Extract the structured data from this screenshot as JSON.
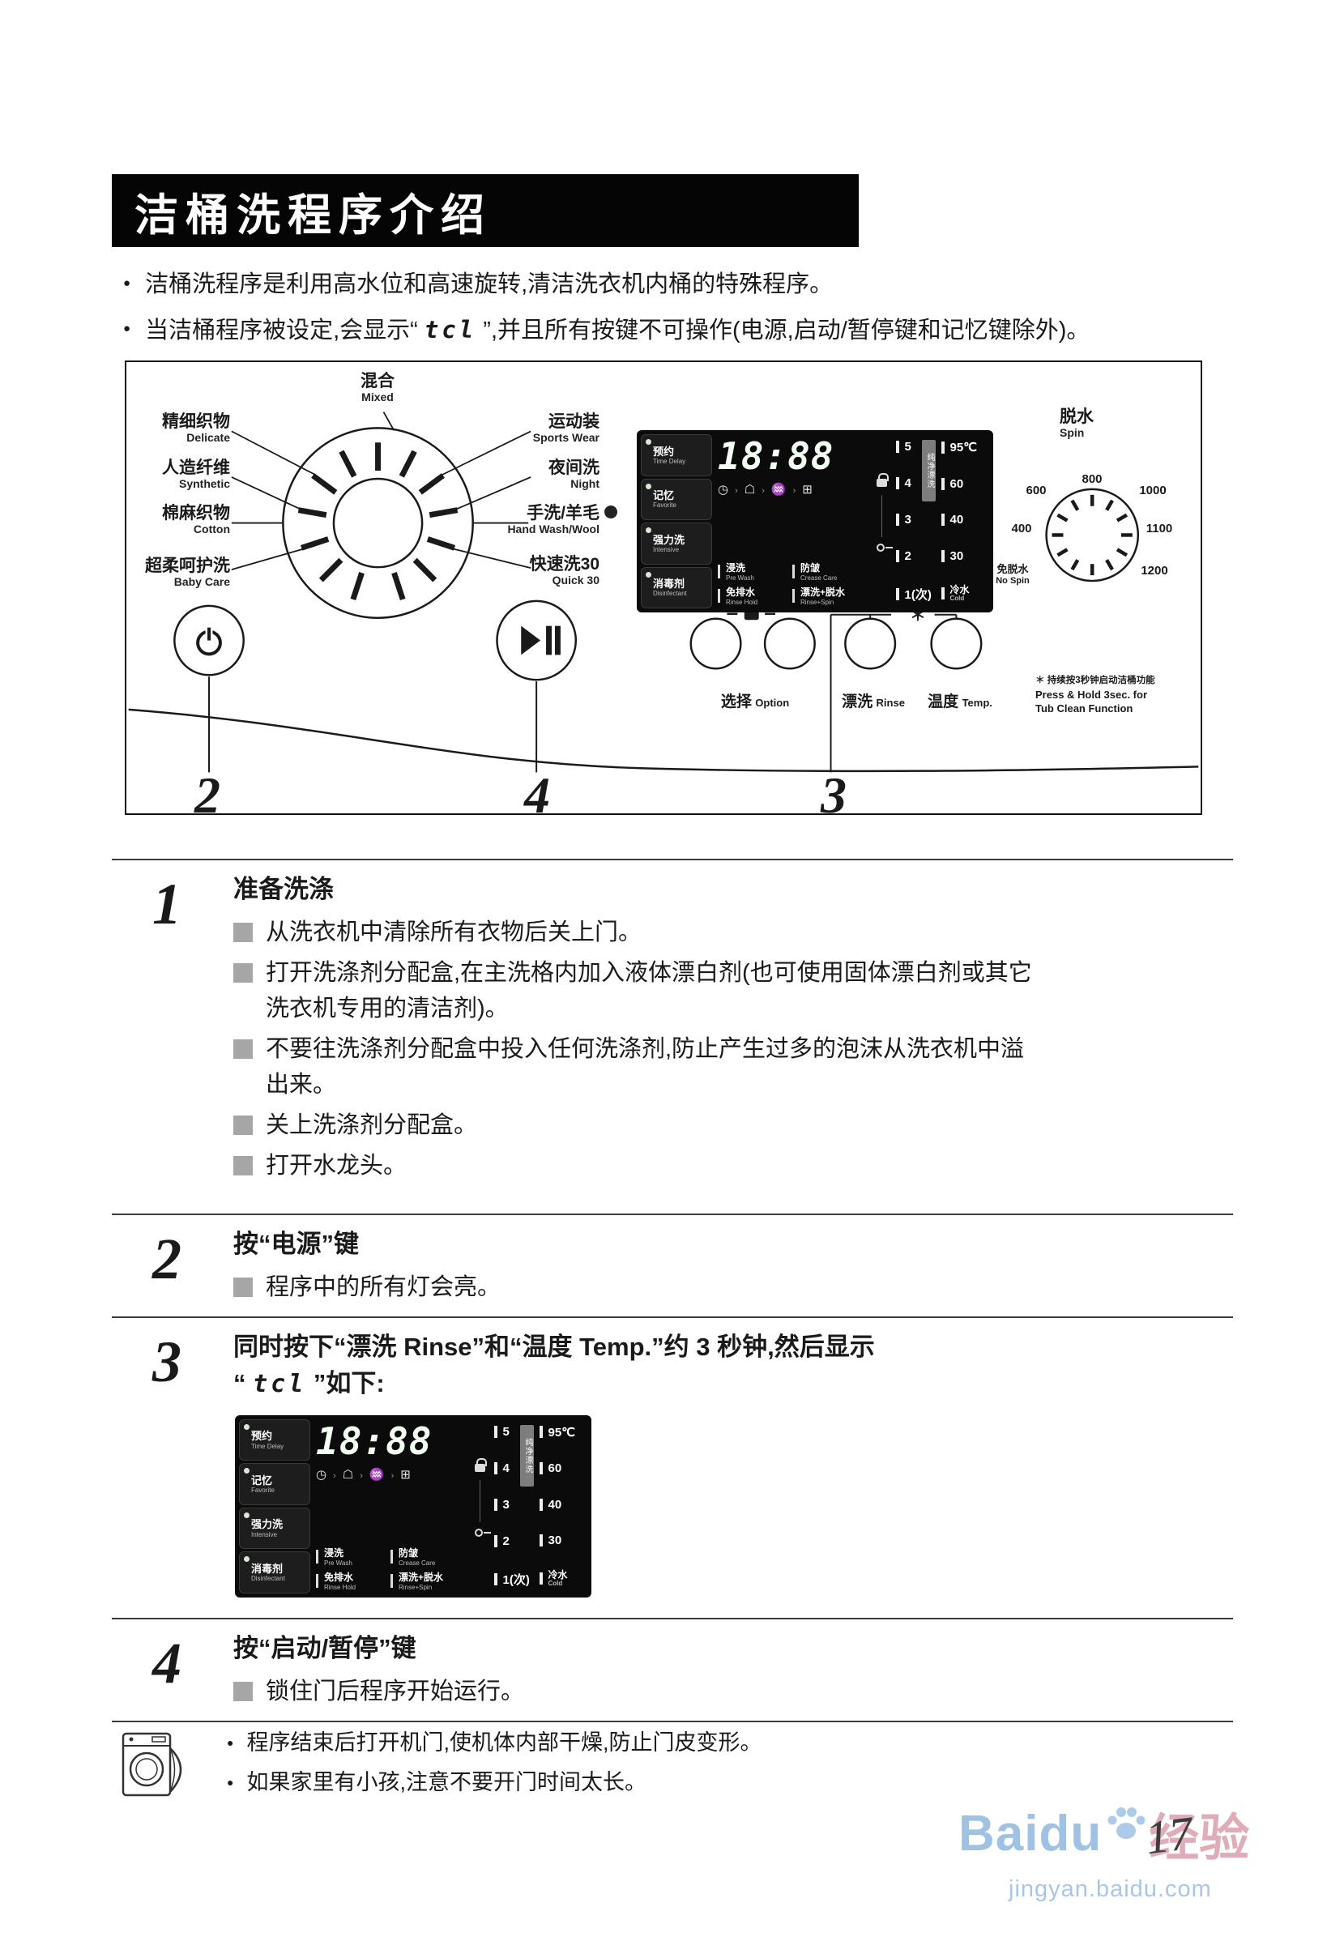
{
  "header": {
    "title": "洁桶洗程序介绍"
  },
  "intro": {
    "b1": "洁桶洗程序是利用高水位和高速旋转,清洁洗衣机内桶的特殊程序。",
    "b2_pre": "当洁桶程序被设定,会显示“ ",
    "b2_code": "tcl",
    "b2_post": " ”,并且所有按键不可操作(电源,启动/暂停键和记忆键除外)。"
  },
  "diagram": {
    "dial": {
      "top": {
        "zh": "混合",
        "en": "Mixed"
      },
      "left": [
        {
          "zh": "精细织物",
          "en": "Delicate"
        },
        {
          "zh": "人造纤维",
          "en": "Synthetic"
        },
        {
          "zh": "棉麻织物",
          "en": "Cotton"
        },
        {
          "zh": "超柔呵护洗",
          "en": "Baby Care"
        }
      ],
      "right": [
        {
          "zh": "运动装",
          "en": "Sports Wear"
        },
        {
          "zh": "夜间洗",
          "en": "Night"
        },
        {
          "zh": "手洗/羊毛",
          "en": "Hand Wash/Wool"
        },
        {
          "zh": "快速洗30",
          "en": "Quick 30"
        }
      ]
    },
    "spin": {
      "zh": "脱水",
      "en": "Spin",
      "speeds": [
        "800",
        "600",
        "400",
        "1000",
        "1100",
        "1200"
      ],
      "no_spin_zh": "免脱水",
      "no_spin_en": "No Spin"
    },
    "buttons": {
      "option_zh": "选择",
      "option_en": "Option",
      "rinse_zh": "漂洗",
      "rinse_en": "Rinse",
      "temp_zh": "温度",
      "temp_en": "Temp."
    },
    "star": "＊",
    "note_line1": "＊ 持续按3秒钟启动洁桶功能",
    "note_line2": "Press & Hold 3sec. for",
    "note_line3": "Tub Clean Function",
    "callout_power": "2",
    "callout_start": "4",
    "callout_rinse_temp": "3"
  },
  "panel": {
    "side_buttons": [
      {
        "zh": "预约",
        "en": "Time Delay"
      },
      {
        "zh": "记忆",
        "en": "Favorite"
      },
      {
        "zh": "强力洗",
        "en": "Intensive"
      },
      {
        "zh": "消毒剂",
        "en": "Disinfectant"
      }
    ],
    "display": "18:88",
    "icons": [
      "◷",
      "☖",
      "♒",
      "⊞"
    ],
    "options": [
      {
        "zh": "浸洗",
        "en": "Pre Wash"
      },
      {
        "zh": "防皱",
        "en": "Crease Care"
      },
      {
        "zh": "免排水",
        "en": "Rinse Hold"
      },
      {
        "zh": "漂洗+脱水",
        "en": "Rinse+Spin"
      }
    ],
    "rinse_levels": [
      "5",
      "4",
      "3",
      "2",
      "1(次)"
    ],
    "rinse_note": "纯净漂洗",
    "temps": [
      "95℃",
      "60",
      "40",
      "30"
    ],
    "cold_zh": "冷水",
    "cold_en": "Cold"
  },
  "steps": [
    {
      "num": "1",
      "title": "准备洗涤",
      "items": [
        "从洗衣机中清除所有衣物后关上门。",
        "打开洗涤剂分配盒,在主洗格内加入液体漂白剂(也可使用固体漂白剂或其它洗衣机专用的清洁剂)。",
        "不要往洗涤剂分配盒中投入任何洗涤剂,防止产生过多的泡沫从洗衣机中溢出来。",
        "关上洗涤剂分配盒。",
        "打开水龙头。"
      ]
    },
    {
      "num": "2",
      "title": "按“电源”键",
      "items": [
        "程序中的所有灯会亮。"
      ]
    },
    {
      "num": "3",
      "title_line1": "同时按下“漂洗 Rinse”和“温度 Temp.”约 3 秒钟,然后显示",
      "quote_open": "“ ",
      "code": "tcl",
      "title_end": " ”如下:"
    },
    {
      "num": "4",
      "title": "按“启动/暂停”键",
      "items": [
        "锁住门后程序开始运行。"
      ]
    }
  ],
  "notes": [
    "程序结束后打开机门,使机体内部干燥,防止门皮变形。",
    "如果家里有小孩,注意不要开门时间太长。"
  ],
  "footer": {
    "brand": "Baidu",
    "brand_suffix": "经验",
    "page_number": "17",
    "url": "jingyan.baidu.com"
  }
}
